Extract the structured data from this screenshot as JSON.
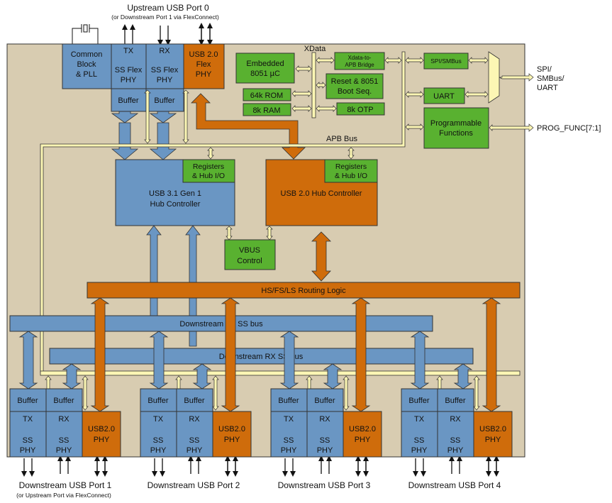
{
  "title": "Upstream USB Port 0",
  "subtitle": "(or Downstream Port 1 via FlexConnect)",
  "colors": {
    "background": "#d8ccb1",
    "blue": "#6a96c3",
    "orange": "#cf6c0b",
    "green": "#59b130",
    "yellow": "#fcf6b4",
    "border": "#333333"
  },
  "upstream": {
    "common_block": "Common Block & PLL",
    "ss_tx": "TX",
    "ss_rx": "RX",
    "ss_flex_phy": "SS Flex PHY",
    "usb20_flex_phy": "USB 2.0 Flex PHY",
    "buffer": "Buffer"
  },
  "mcu": {
    "xdata": "XData",
    "embedded": "Embedded 8051 µC",
    "rom": "64k ROM",
    "ram": "8k RAM",
    "bridge": "Xdata-to-APB Bridge",
    "reset": "Reset & 8051 Boot Seq.",
    "otp": "8k OTP"
  },
  "peripherals": {
    "spi": "SPI/SMBus",
    "uart": "UART",
    "prog": "Programmable Functions",
    "spi_out": [
      "SPI/",
      "SMBus/",
      "UART"
    ],
    "prog_out": "PROG_FUNC[7:1]"
  },
  "apb_bus": "APB Bus",
  "hubs": {
    "usb31_title": "USB 3.1 Gen 1 Hub Controller",
    "usb20_title": "USB 2.0 Hub Controller",
    "registers": "Registers & Hub I/O",
    "vbus": "VBUS Control"
  },
  "routing": "HS/FS/LS Routing Logic",
  "tx_bus": "Downstream TX SS bus",
  "rx_bus": "Downstream RX SS bus",
  "ports": [
    {
      "label": "Downstream USB Port 1",
      "note": "(or Upstream Port via FlexConnect)",
      "buffer": "Buffer",
      "tx": "TX",
      "rx": "RX",
      "ss_phy": "SS PHY",
      "usb2_phy": "USB2.0 PHY"
    },
    {
      "label": "Downstream USB Port 2",
      "note": "",
      "buffer": "Buffer",
      "tx": "TX",
      "rx": "RX",
      "ss_phy": "SS PHY",
      "usb2_phy": "USB2.0 PHY"
    },
    {
      "label": "Downstream USB Port 3",
      "note": "",
      "buffer": "Buffer",
      "tx": "TX",
      "rx": "RX",
      "ss_phy": "SS PHY",
      "usb2_phy": "USB2.0 PHY"
    },
    {
      "label": "Downstream USB Port 4",
      "note": "",
      "buffer": "Buffer",
      "tx": "TX",
      "rx": "RX",
      "ss_phy": "SS PHY",
      "usb2_phy": "USB2.0 PHY"
    }
  ]
}
